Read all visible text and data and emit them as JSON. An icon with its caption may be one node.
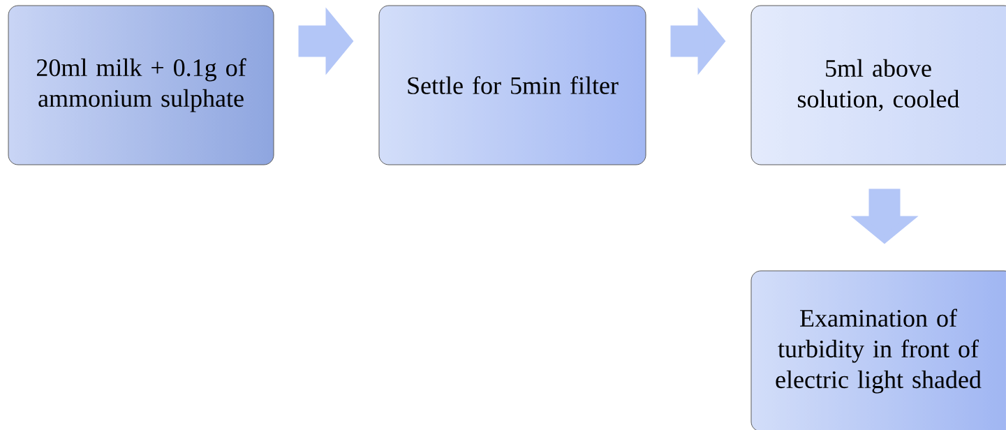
{
  "diagram": {
    "nodes": [
      {
        "text": [
          "20ml milk + 0.1g of ammonium sulphate"
        ]
      },
      {
        "text": [
          "Settle for 5min filter"
        ]
      },
      {
        "text": [
          "5ml above solution, cooled"
        ]
      },
      {
        "text": [
          "Examination of turbidity in front of electric light shaded"
        ]
      }
    ],
    "edges": [
      {
        "from": 0,
        "to": 1,
        "arrow": "to"
      },
      {
        "from": 1,
        "to": 2,
        "arrow": "to"
      },
      {
        "from": 2,
        "to": 3,
        "arrow": "to"
      }
    ]
  }
}
